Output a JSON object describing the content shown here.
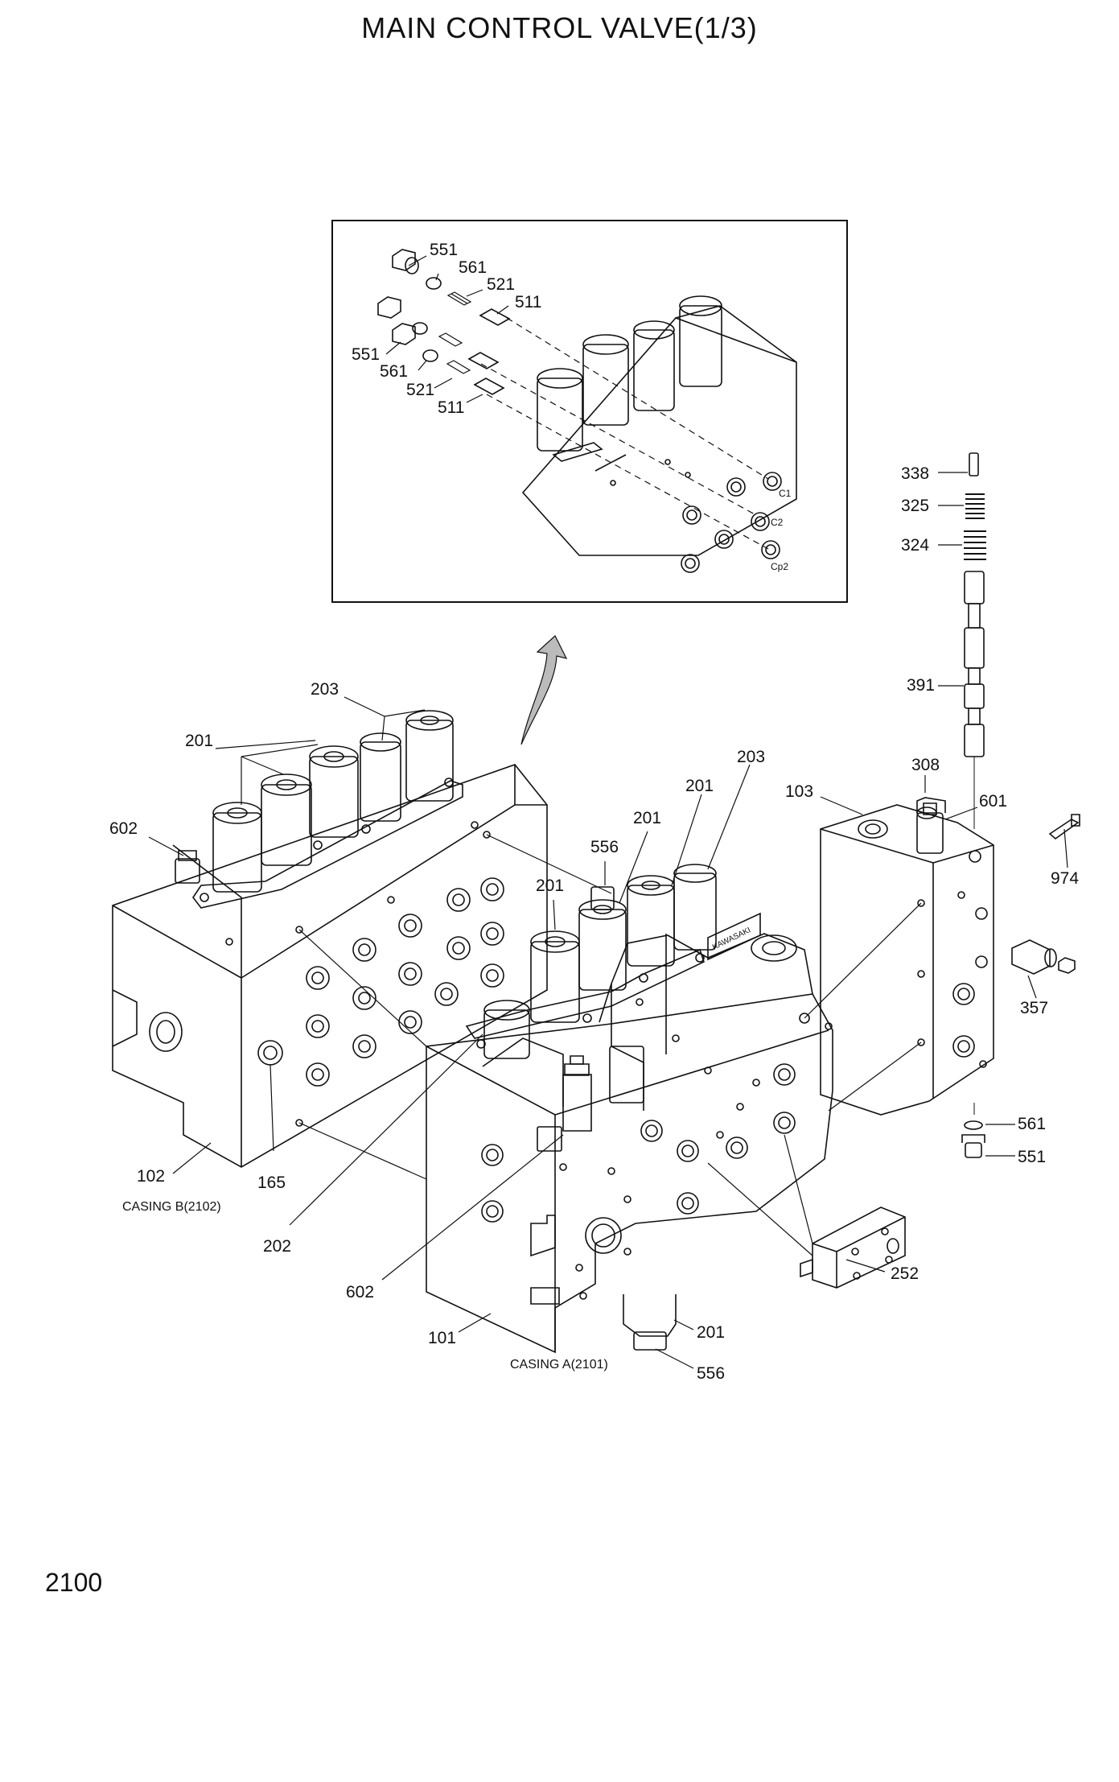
{
  "title": "MAIN CONTROL VALVE(1/3)",
  "page_number": "2100",
  "inset": {
    "labels": {
      "l551a": "551",
      "l561a": "561",
      "l521a": "521",
      "l511a": "511",
      "l551b": "551",
      "l561b": "561",
      "l521b": "521",
      "l511b": "511"
    },
    "ports": {
      "c1": "C1",
      "c2": "C2",
      "cp2": "Cp2"
    }
  },
  "callouts": {
    "c203a": "203",
    "c201a": "201",
    "c602a": "602",
    "c102": "102",
    "c165": "165",
    "c202": "202",
    "c602b": "602",
    "c101": "101",
    "c556a": "556",
    "c201b": "201",
    "c201c": "201",
    "c201d": "201",
    "c203b": "203",
    "c103": "103",
    "c308": "308",
    "c601": "601",
    "c338": "338",
    "c325": "325",
    "c324": "324",
    "c391": "391",
    "c974": "974",
    "c357": "357",
    "c561": "561",
    "c551": "551",
    "c252": "252",
    "c201e": "201",
    "c556b": "556"
  },
  "captions": {
    "casing_b": "CASING B(2102)",
    "casing_a": "CASING A(2101)"
  },
  "nameplate": "KAWASAKI"
}
